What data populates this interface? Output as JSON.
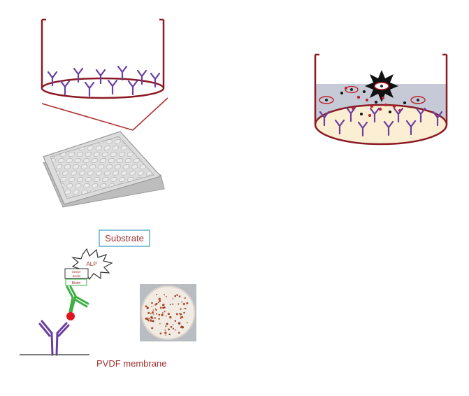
{
  "labels": {
    "substrate": "Substrate",
    "alp": "ALP",
    "strept_line1": "Strept-",
    "strept_line2": "avidin",
    "biotin": "Biotin",
    "pvdf": "PVDF membrane"
  },
  "colors": {
    "well": "#8b1a24",
    "antibody": "#6a3fa0",
    "green": "#3cb043",
    "antigen": "#e0141e",
    "substrate_border": "#4aa3c8",
    "pvdf_text": "#a03030",
    "liquid": "#c5cad6",
    "well_floor": "#fbeed2",
    "plate": "#d6d6d6"
  }
}
